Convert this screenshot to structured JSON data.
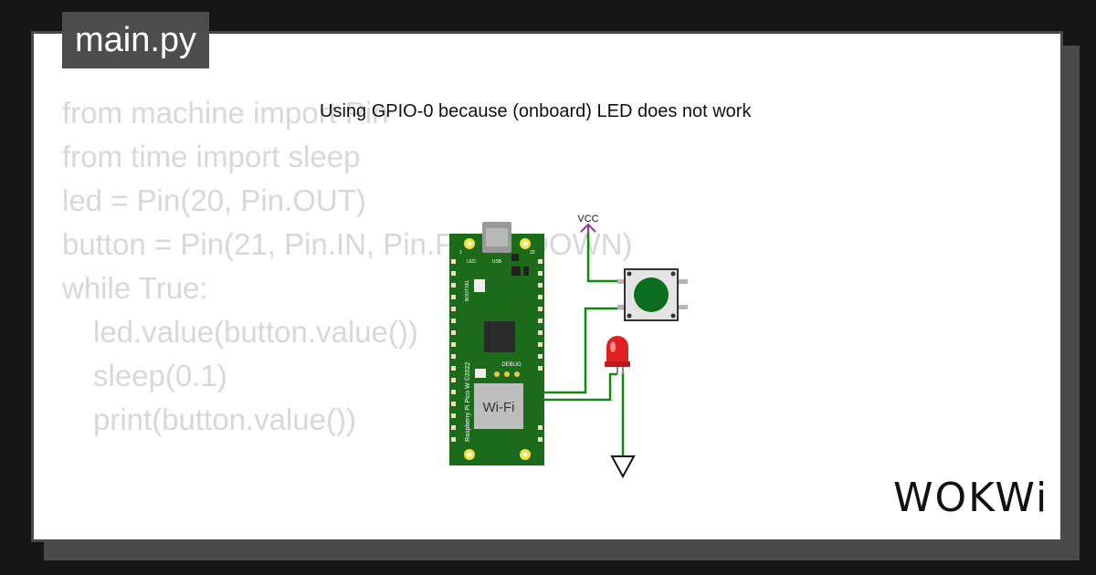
{
  "file_tab": {
    "label": "main.py"
  },
  "code": {
    "lines": [
      "from machine import Pin",
      "from time import sleep",
      "led = Pin(20, Pin.OUT)",
      "button = Pin(21, Pin.IN, Pin.PULL_DOWN)",
      "while True:",
      "led.value(button.value())",
      "sleep(0.1)",
      "print(button.value())"
    ]
  },
  "caption": "Using GPIO-0 because (onboard) LED does not work",
  "board": {
    "label": "Raspberry Pi Pico W ©2022",
    "wifi_label": "Wi-Fi",
    "debug_label": "DEBUG",
    "led_label": "LED",
    "usb_label": "USB",
    "bootsel_label": "BOOTSEL",
    "pin1_label": "1",
    "pin20_label": "20"
  },
  "vcc_label": "VCC",
  "logo": "WOKWi",
  "colors": {
    "board": "#1b6b1b",
    "wire": "#0f8a0f",
    "vcc": "#8e3c9c",
    "button_cap": "#0b6e1f",
    "led": "#e02020",
    "code_text": "#d8d8d8",
    "tab_bg": "#4d4d4d"
  }
}
